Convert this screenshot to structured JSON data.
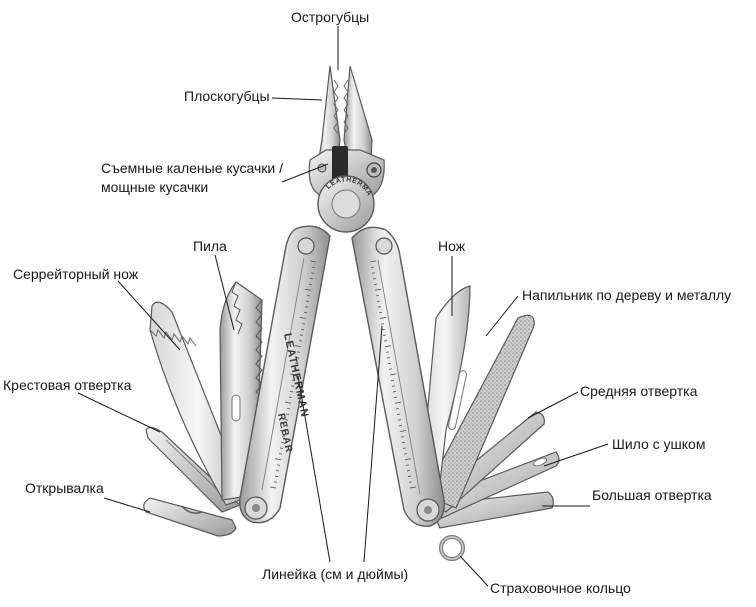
{
  "labels": {
    "needle_nose": "Острогубцы",
    "flat_pliers": "Плоскогубцы",
    "wire_cutters": "Съемные каленые кусачки /\nмощные кусачки",
    "saw": "Пила",
    "serrated_knife": "Серрейторный нож",
    "phillips_driver": "Крестовая отвертка",
    "bottle_opener": "Открывалка",
    "knife": "Нож",
    "file": "Напильник по дереву и металлу",
    "medium_screwdriver": "Средняя отвертка",
    "awl": "Шило с ушком",
    "large_screwdriver": "Большая отвертка",
    "ruler": "Линейка (см и дюймы)",
    "lanyard_ring": "Страховочное кольцо"
  },
  "engravings": {
    "brand": "LEATHERMAN",
    "model": "REBAR",
    "brand_short": "LEATHERMAN"
  },
  "colors": {
    "steel_light": "#eeeeee",
    "steel_mid": "#c9c9c9",
    "steel_dark": "#8c8c8c",
    "outline": "#5a5a5a",
    "leader_line": "#1a1a1a"
  }
}
